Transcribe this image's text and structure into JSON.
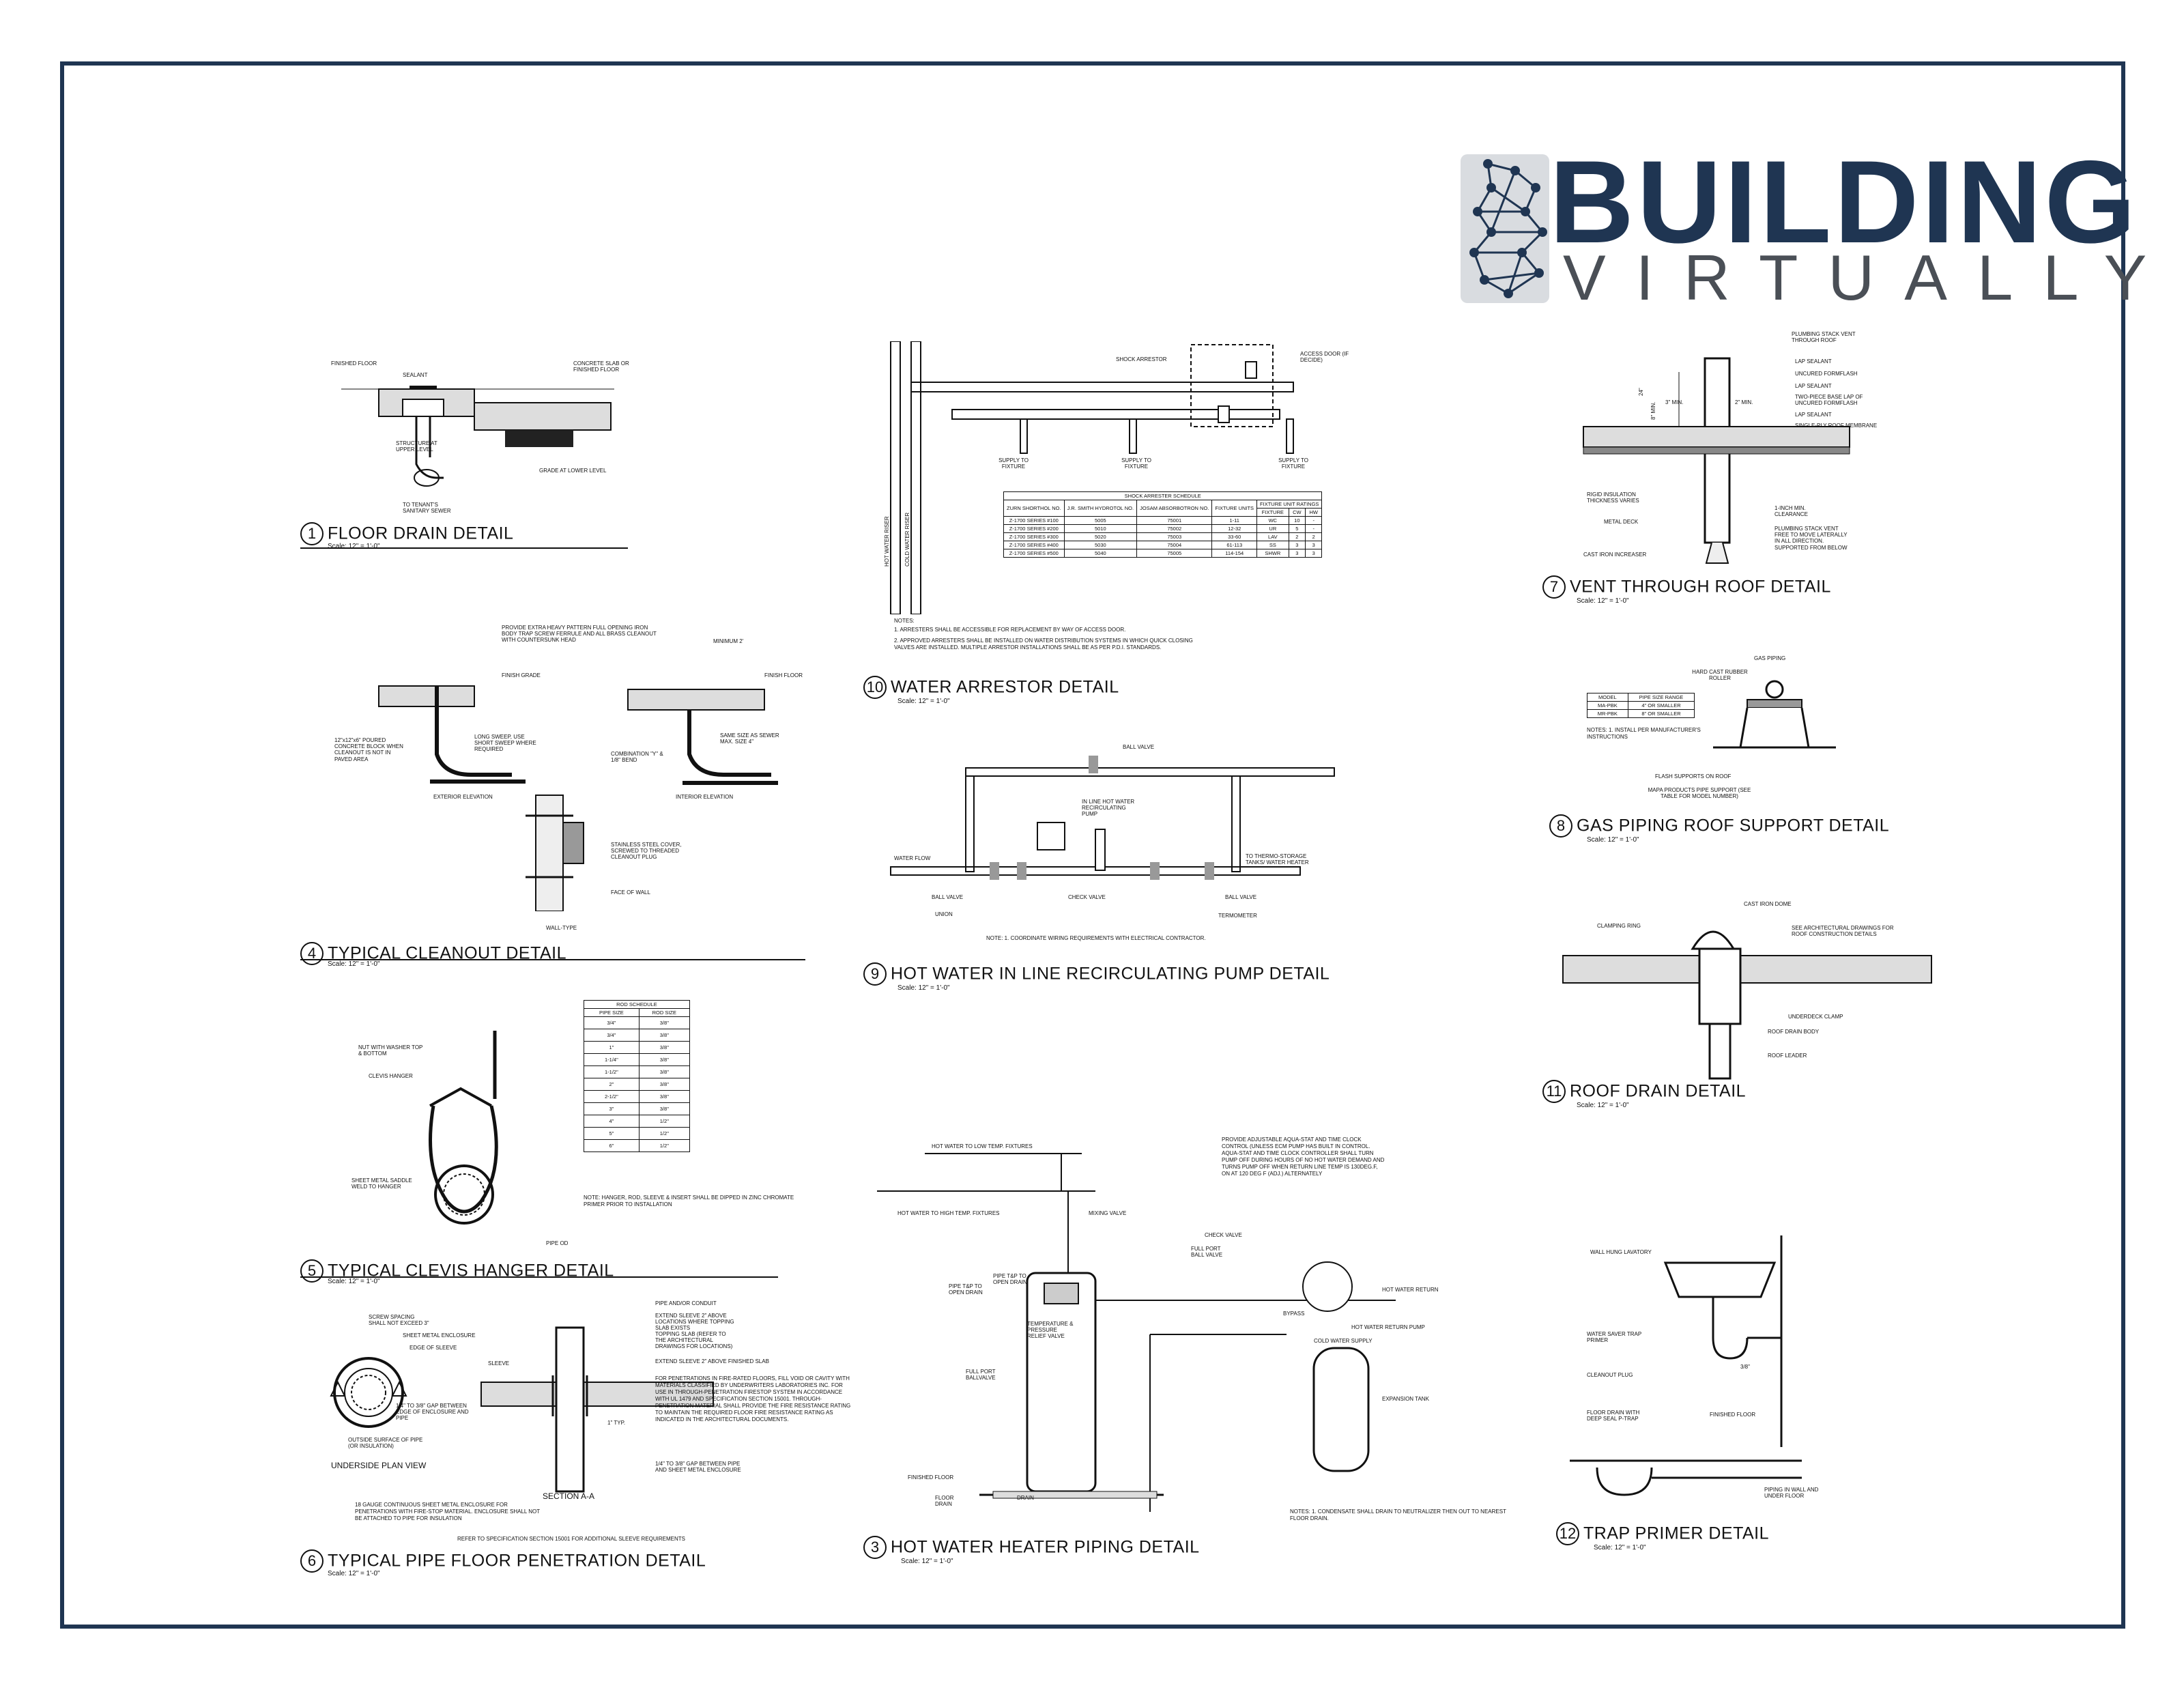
{
  "brand": {
    "word1": "BUILDING",
    "word2": "VIRTUALLY",
    "color_primary": "#1f3552",
    "color_secondary": "#4a4f56"
  },
  "scale_text": "Scale: 12\" = 1'-0\"",
  "details": {
    "d1": {
      "num": "1",
      "title": "FLOOR DRAIN DETAIL",
      "labels": [
        "FINISHED FLOOR",
        "SEALANT",
        "CONCRETE SLAB OR FINISHED FLOOR",
        "STRUCTURE AT UPPER LEVEL",
        "GRADE AT LOWER LEVEL",
        "TO TENANT'S SANITARY SEWER"
      ]
    },
    "d4": {
      "num": "4",
      "title": "TYPICAL CLEANOUT DETAIL",
      "labels": [
        "PROVIDE EXTRA HEAVY PATTERN FULL OPENING IRON BODY TRAP SCREW FERRULE AND ALL BRASS CLEANOUT WITH COUNTERSUNK HEAD",
        "FINISH GRADE",
        "FINISH FLOOR",
        "12\"x12\"x6\" POURED CONCRETE BLOCK WHEN CLEANOUT IS NOT IN PAVED AREA",
        "LONG SWEEP, USE SHORT SWEEP WHERE REQUIRED",
        "COMBINATION \"Y\" & 1/8\" BEND",
        "SAME SIZE AS SEWER MAX. SIZE 4\"",
        "EXTERIOR ELEVATION",
        "INTERIOR ELEVATION",
        "STAINLESS STEEL COVER, SCREWED TO THREADED CLEANOUT PLUG",
        "FACE OF WALL",
        "WALL-TYPE",
        "MINIMUM 2'"
      ]
    },
    "d5": {
      "num": "5",
      "title": "TYPICAL CLEVIS HANGER DETAIL",
      "labels": [
        "NUT WITH WASHER TOP & BOTTOM",
        "CLEVIS HANGER",
        "SHEET METAL SADDLE WELD TO HANGER",
        "PIPE OD"
      ],
      "note": "NOTE: HANGER, ROD, SLEEVE & INSERT SHALL BE DIPPED IN ZINC CHROMATE PRIMER PRIOR TO INSTALLATION",
      "table": {
        "title": "ROD SCHEDULE",
        "headers": [
          "PIPE SIZE",
          "ROD SIZE"
        ],
        "rows": [
          [
            "3/4\"",
            "3/8\""
          ],
          [
            "3/4\"",
            "3/8\""
          ],
          [
            "1\"",
            "3/8\""
          ],
          [
            "1-1/4\"",
            "3/8\""
          ],
          [
            "1-1/2\"",
            "3/8\""
          ],
          [
            "2\"",
            "3/8\""
          ],
          [
            "2-1/2\"",
            "3/8\""
          ],
          [
            "3\"",
            "3/8\""
          ],
          [
            "4\"",
            "1/2\""
          ],
          [
            "5\"",
            "1/2\""
          ],
          [
            "6\"",
            "1/2\""
          ]
        ]
      }
    },
    "d6": {
      "num": "6",
      "title": "TYPICAL PIPE FLOOR PENETRATION DETAIL",
      "labels": [
        "SCREW SPACING SHALL NOT EXCEED 3\"",
        "SHEET METAL ENCLOSURE",
        "EDGE OF SLEEVE",
        "SLEEVE",
        "1/4\" TO 3/8\" GAP BETWEEN EDGE OF ENCLOSURE AND PIPE",
        "OUTSIDE SURFACE OF PIPE (OR INSULATION)",
        "UNDERSIDE PLAN VIEW",
        "SECTION A-A",
        "PIPE AND/OR CONDUIT",
        "EXTEND SLEEVE 2\" ABOVE LOCATIONS WHERE TOPPING SLAB EXISTS",
        "TOPPING SLAB (REFER TO THE ARCHITECTURAL DRAWINGS FOR LOCATIONS)",
        "EXTEND SLEEVE 2\" ABOVE FINISHED SLAB",
        "1\" TYP.",
        "FOR PENETRATIONS IN FIRE-RATED FLOORS, FILL VOID OR CAVITY WITH MATERIALS CLASSIFIED BY UNDERWRITERS LABORATORIES INC. FOR USE IN THROUGH-PENETRATION FIRESTOP SYSTEM IN ACCORDANCE WITH UL 1479 AND SPECIFICATION SECTION 15001. THROUGH-PENETRATION MATERIAL SHALL PROVIDE THE FIRE RESISTANCE RATING TO MAINTAIN THE REQUIRED FLOOR FIRE RESISTANCE RATING AS INDICATED IN THE ARCHITECTURAL DOCUMENTS.",
        "1/4\" TO 3/8\" GAP BETWEEN PIPE AND SHEET METAL ENCLOSURE",
        "18 GAUGE CONTINUOUS SHEET METAL ENCLOSURE FOR PENETRATIONS WITH FIRE-STOP MATERIAL. ENCLOSURE SHALL NOT BE ATTACHED TO PIPE FOR INSULATION",
        "REFER TO SPECIFICATION SECTION 15001 FOR ADDITIONAL SLEEVE REQUIREMENTS"
      ]
    },
    "d10": {
      "num": "10",
      "title": "WATER ARRESTOR DETAIL",
      "labels": [
        "SHOCK ARRESTOR",
        "ACCESS DOOR (IF DECIDE)",
        "SUPPLY TO FIXTURE",
        "SUPPLY TO FIXTURE",
        "SUPPLY TO FIXTURE",
        "HOT WATER RISER",
        "COLD WATER RISER"
      ],
      "notes": [
        "NOTES:",
        "1. ARRESTERS SHALL BE ACCESSIBLE FOR REPLACEMENT BY WAY OF ACCESS DOOR.",
        "2. APPROVED ARRESTERS SHALL BE INSTALLED ON WATER DISTRIBUTION SYSTEMS IN WHICH QUICK CLOSING VALVES ARE INSTALLED. MULTIPLE ARRESTOR INSTALLATIONS SHALL BE AS PER P.D.I. STANDARDS."
      ],
      "table": {
        "title": "SHOCK ARRESTER SCHEDULE",
        "headers": [
          "ZURN SHORTHOL NO.",
          "J.R. SMITH HYDROTOL NO.",
          "JOSAM ABSORBOTRON NO.",
          "FIXTURE UNITS",
          "FIXTURE",
          "CW",
          "HW"
        ],
        "group_header": "FIXTURE UNIT RATINGS",
        "rows": [
          [
            "Z-1700 SERIES #100",
            "5005",
            "75001",
            "1-11",
            "WC",
            "10",
            "-"
          ],
          [
            "Z-1700 SERIES #200",
            "5010",
            "75002",
            "12-32",
            "UR",
            "5",
            "-"
          ],
          [
            "Z-1700 SERIES #300",
            "5020",
            "75003",
            "33-60",
            "LAV",
            "2",
            "2"
          ],
          [
            "Z-1700 SERIES #400",
            "5030",
            "75004",
            "61-113",
            "SS",
            "3",
            "3"
          ],
          [
            "Z-1700 SERIES #500",
            "5040",
            "75005",
            "114-154",
            "SHWR",
            "3",
            "3"
          ]
        ]
      }
    },
    "d9": {
      "num": "9",
      "title": "HOT WATER IN LINE RECIRCULATING PUMP DETAIL",
      "labels": [
        "BALL VALVE",
        "IN LINE HOT WATER RECIRCULATING PUMP",
        "WATER FLOW",
        "BALL VALVE",
        "UNION",
        "CHECK VALVE",
        "BALL VALVE",
        "TERMOMETER",
        "TO THERMO-STORAGE TANKS/ WATER HEATER"
      ],
      "note": "NOTE: 1. COORDINATE WIRING REQUIREMENTS WITH ELECTRICAL CONTRACTOR."
    },
    "d3": {
      "num": "3",
      "title": "HOT WATER HEATER PIPING DETAIL",
      "labels": [
        "HOT WATER TO LOW TEMP. FIXTURES",
        "HOT WATER TO HIGH TEMP. FIXTURES",
        "MIXING VALVE",
        "PROVIDE ADJUSTABLE AQUA-STAT AND TIME CLOCK CONTROL (UNLESS ECM PUMP HAS BUILT IN CONTROL. AQUA-STAT AND TIME CLOCK CONTROLLER SHALL TURN PUMP OFF DURING HOURS OF NO HOT WATER DEMAND AND TURNS PUMP OFF WHEN RETURN LINE TEMP IS 130DEG.F, ON AT 120 DEG F (ADJ.) ALTERNATELY",
        "CHECK VALVE",
        "FULL PORT BALL VALVE",
        "HOT WATER RETURN",
        "PIPE T&P TO OPEN DRAIN",
        "PIPE T&P TO OPEN DRAIN",
        "TEMPERATURE & PRESSURE RELIEF VALVE",
        "BYPASS",
        "HOT WATER RETURN PUMP",
        "COLD WATER SUPPLY",
        "FULL PORT BALLVALVE",
        "EXPANSION TANK",
        "FINISHED FLOOR",
        "FLOOR DRAIN",
        "DRAIN"
      ],
      "note": "NOTES: 1. CONDENSATE SHALL DRAIN TO NEUTRALIZER THEN OUT TO NEAREST FLOOR DRAIN."
    },
    "d7": {
      "num": "7",
      "title": "VENT THROUGH ROOF DETAIL",
      "labels": [
        "PLUMBING STACK VENT THROUGH ROOF",
        "LAP SEALANT",
        "UNCURED FORMFLASH",
        "LAP SEALANT",
        "TWO-PIECE BASE LAP OF UNCURED FORMFLASH",
        "LAP SEALANT",
        "SINGLE-PLY ROOF MEMBRANE",
        "RIGID INSULATION THICKNESS VARIES",
        "METAL DECK",
        "1-INCH MIN. CLEARANCE",
        "PLUMBING STACK VENT FREE TO MOVE LATERALLY IN ALL DIRECTION. SUPPORTED FROM BELOW",
        "CAST IRON INCREASER",
        "24\"",
        "8\" MIN.",
        "3\" MIN.",
        "2\" MIN."
      ]
    },
    "d8": {
      "num": "8",
      "title": "GAS PIPING ROOF SUPPORT DETAIL",
      "labels": [
        "GAS PIPING",
        "HARD CAST RUBBER ROLLER",
        "FLASH SUPPORTS ON ROOF",
        "MAPA PRODUCTS PIPE SUPPORT (SEE TABLE FOR MODEL NUMBER)"
      ],
      "note": "NOTES: 1. INSTALL PER MANUFACTURER'S INSTRUCTIONS",
      "table": {
        "headers": [
          "MODEL",
          "PIPE SIZE RANGE"
        ],
        "rows": [
          [
            "MA-PBK",
            "4\" OR SMALLER"
          ],
          [
            "MR-PBK",
            "8\" OR SMALLER"
          ]
        ]
      }
    },
    "d11": {
      "num": "11",
      "title": "ROOF DRAIN DETAIL",
      "labels": [
        "CAST IRON DOME",
        "CLAMPING RING",
        "SEE ARCHITECTURAL DRAWINGS FOR ROOF CONSTRUCTION DETAILS",
        "UNDERDECK CLAMP",
        "ROOF DRAIN BODY",
        "ROOF LEADER"
      ]
    },
    "d12": {
      "num": "12",
      "title": "TRAP PRIMER DETAIL",
      "labels": [
        "WALL HUNG LAVATORY",
        "WATER SAVER TRAP PRIMER",
        "CLEANOUT PLUG",
        "3/8\"",
        "FLOOR DRAIN WITH DEEP SEAL P-TRAP",
        "FINISHED FLOOR",
        "PIPING IN WALL AND UNDER FLOOR"
      ]
    }
  }
}
